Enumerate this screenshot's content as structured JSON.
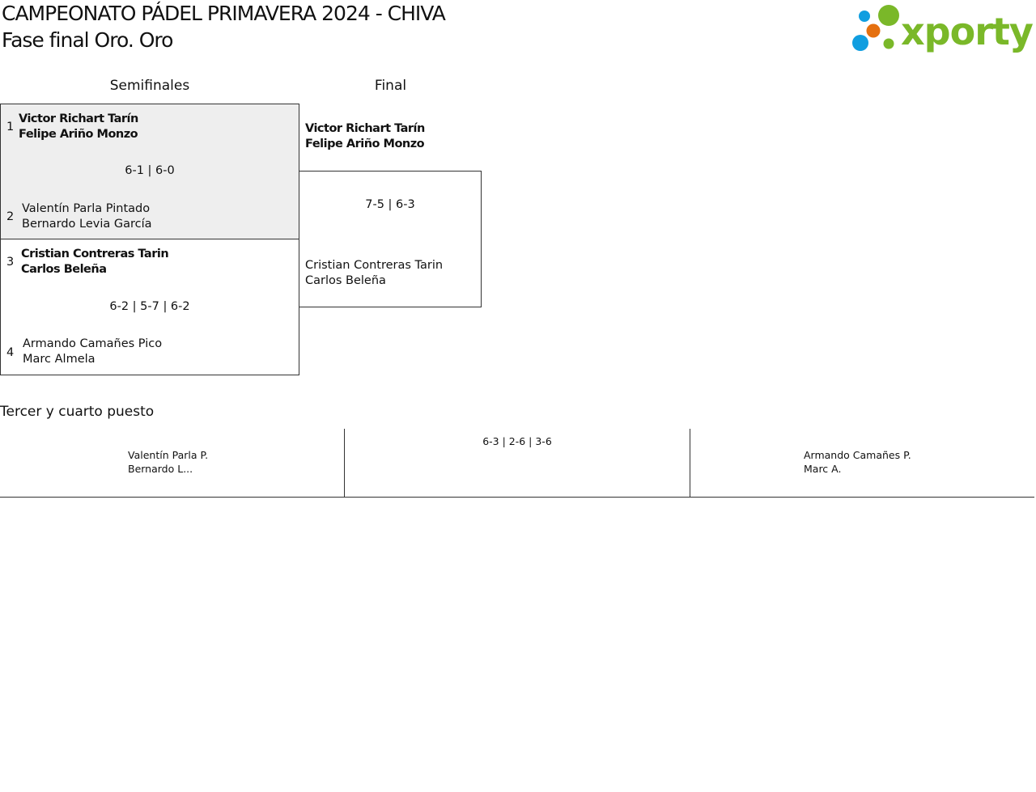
{
  "header": {
    "title": "CAMPEONATO PÁDEL PRIMAVERA 2024 - CHIVA",
    "subtitle": "Fase final Oro. Oro",
    "logo_text": "xporty"
  },
  "colors": {
    "logo_green": "#7ab829",
    "logo_blue": "#109ee0",
    "logo_orange": "#e5700f",
    "winner_bg": "#eeeeee"
  },
  "rounds": {
    "semis": "Semifinales",
    "final": "Final"
  },
  "semis": [
    {
      "seed_a": "1",
      "team_a": [
        "Victor Richart Tarín",
        "Felipe Ariño Monzo"
      ],
      "score": "6-1 | 6-0",
      "seed_b": "2",
      "team_b": [
        "Valentín Parla Pintado",
        "Bernardo Levia García"
      ]
    },
    {
      "seed_a": "3",
      "team_a": [
        "Cristian Contreras Tarin",
        "Carlos Beleña"
      ],
      "score": "6-2 | 5-7 | 6-2",
      "seed_b": "4",
      "team_b": [
        "Armando Camañes Pico",
        "Marc Almela"
      ]
    }
  ],
  "final": {
    "team_a": [
      "Victor Richart Tarín",
      "Felipe Ariño Monzo"
    ],
    "score": "7-5 | 6-3",
    "team_b": [
      "Cristian Contreras Tarin",
      "Carlos Beleña"
    ]
  },
  "third": {
    "title": "Tercer y cuarto puesto",
    "team_a": [
      "Valentín Parla P.",
      "Bernardo L..."
    ],
    "score": "6-3 | 2-6 | 3-6",
    "team_b": [
      "Armando Camañes P.",
      "Marc A."
    ]
  }
}
